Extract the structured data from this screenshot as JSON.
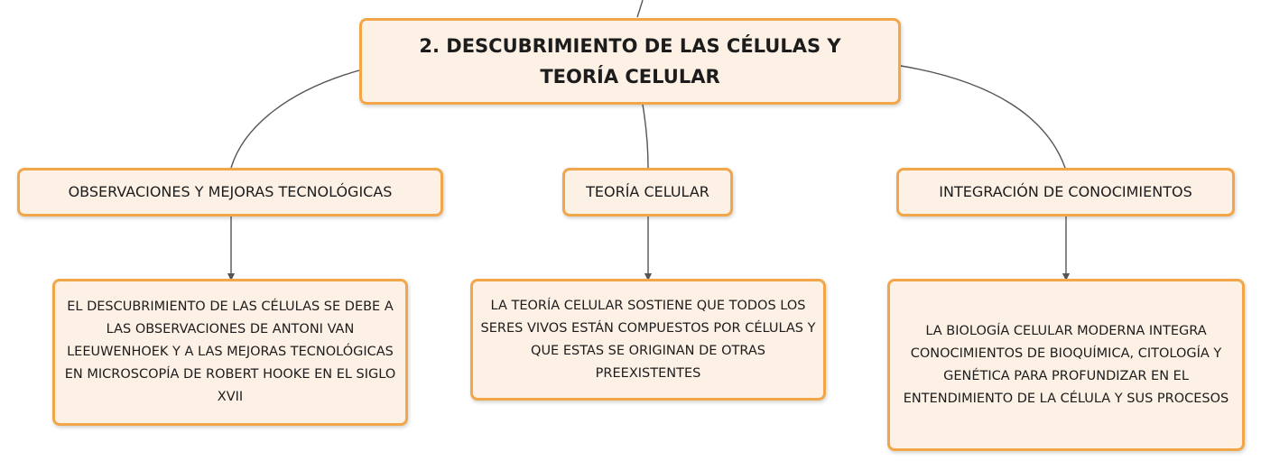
{
  "colors": {
    "node_fill": "#fdf1e6",
    "node_border": "#f2a64a",
    "connector": "#555555"
  },
  "root": {
    "label": "2. DESCUBRIMIENTO DE LAS CÉLULAS Y TEORÍA CELULAR"
  },
  "branches": [
    {
      "label": "OBSERVACIONES Y MEJORAS TECNOLÓGICAS",
      "detail": "EL DESCUBRIMIENTO DE LAS CÉLULAS SE DEBE A LAS OBSERVACIONES DE ANTONI VAN LEEUWENHOEK Y A LAS MEJORAS TECNOLÓGICAS EN MICROSCOPÍA DE ROBERT HOOKE EN EL SIGLO XVII"
    },
    {
      "label": "TEORÍA CELULAR",
      "detail": "LA TEORÍA CELULAR SOSTIENE QUE TODOS LOS SERES VIVOS ESTÁN COMPUESTOS POR CÉLULAS Y QUE ESTAS SE ORIGINAN DE OTRAS PREEXISTENTES"
    },
    {
      "label": "INTEGRACIÓN DE CONOCIMIENTOS",
      "detail": "LA BIOLOGÍA CELULAR MODERNA INTEGRA CONOCIMIENTOS DE BIOQUÍMICA, CITOLOGÍA Y GENÉTICA PARA PROFUNDIZAR EN EL ENTENDIMIENTO DE LA CÉLULA Y SUS PROCESOS"
    }
  ]
}
